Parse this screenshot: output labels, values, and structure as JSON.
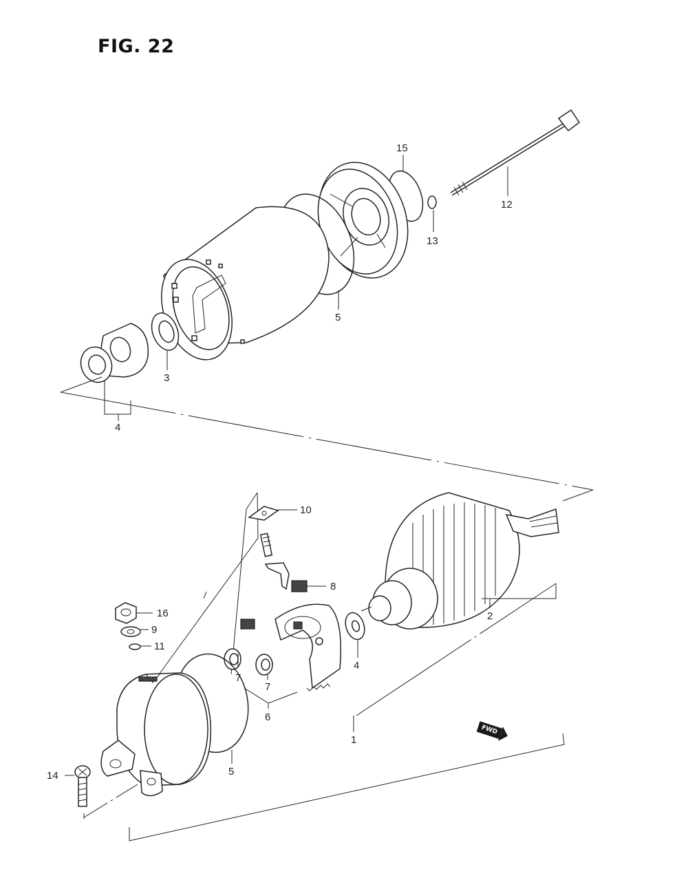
{
  "figure": {
    "title": "FIG. 22"
  },
  "fwd_badge": {
    "label": "FWD"
  },
  "callouts": [
    {
      "id": "label-15",
      "text": "15"
    },
    {
      "id": "label-12",
      "text": "12"
    },
    {
      "id": "label-13",
      "text": "13"
    },
    {
      "id": "label-5-top",
      "text": "5"
    },
    {
      "id": "label-3",
      "text": "3"
    },
    {
      "id": "label-4-top",
      "text": "4"
    },
    {
      "id": "label-10",
      "text": "10"
    },
    {
      "id": "label-8",
      "text": "8"
    },
    {
      "id": "label-2",
      "text": "2"
    },
    {
      "id": "label-16",
      "text": "16"
    },
    {
      "id": "label-9",
      "text": "9"
    },
    {
      "id": "label-11",
      "text": "11"
    },
    {
      "id": "label-4-bottom",
      "text": "4"
    },
    {
      "id": "label-7-left",
      "text": "7"
    },
    {
      "id": "label-7-right",
      "text": "7"
    },
    {
      "id": "label-6",
      "text": "6"
    },
    {
      "id": "label-1",
      "text": "1"
    },
    {
      "id": "label-5-bottom",
      "text": "5"
    },
    {
      "id": "label-14",
      "text": "14"
    }
  ]
}
